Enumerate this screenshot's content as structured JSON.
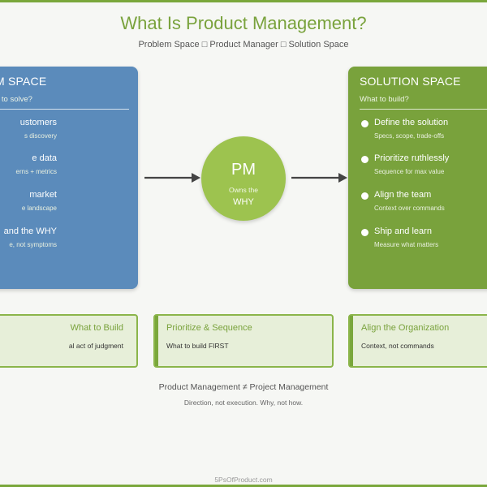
{
  "header": {
    "title": "What Is Product Management?",
    "subtitle": "Problem Space □ Product Manager □ Solution Space"
  },
  "problem_panel": {
    "title": "M SPACE",
    "question": "n to solve?",
    "items": [
      {
        "title": "ustomers",
        "sub": "s discovery"
      },
      {
        "title": "e data",
        "sub": "erns + metrics"
      },
      {
        "title": "market",
        "sub": "e landscape"
      },
      {
        "title": "and the WHY",
        "sub": "e, not symptoms"
      }
    ]
  },
  "pm": {
    "label": "PM",
    "owns": "Owns the",
    "why": "WHY"
  },
  "solution_panel": {
    "title": "SOLUTION SPACE",
    "question": "What to build?",
    "items": [
      {
        "title": "Define the solution",
        "sub": "Specs, scope, trade-offs"
      },
      {
        "title": "Prioritize ruthlessly",
        "sub": "Sequence for max value"
      },
      {
        "title": "Align the team",
        "sub": "Context over commands"
      },
      {
        "title": "Ship and learn",
        "sub": "Measure what matters"
      }
    ]
  },
  "boxes": [
    {
      "title": "What to Build",
      "sub": "al act of judgment"
    },
    {
      "title": "Prioritize & Sequence",
      "sub": "What to build FIRST"
    },
    {
      "title": "Align the Organization",
      "sub": "Context, not commands"
    }
  ],
  "tagline": {
    "main": "Product Management ≠ Project Management",
    "sub": "Direction, not execution. Why, not how."
  },
  "footer": "5PsOfProduct.com",
  "colors": {
    "accent_green": "#79a23c",
    "problem_blue": "#5b8bbb",
    "pm_circle": "#9dc34f",
    "box_fill": "#e7efd9"
  },
  "icons": {
    "arrow": "right-arrow-icon",
    "bullet": "bullet-dot-icon"
  }
}
